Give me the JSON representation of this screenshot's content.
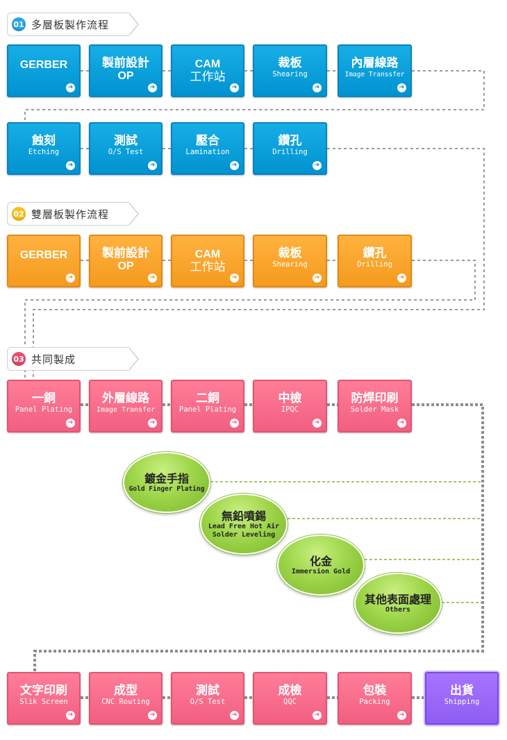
{
  "sections": [
    {
      "num": "01",
      "title": "多層板製作流程",
      "color": "#2aa6df"
    },
    {
      "num": "02",
      "title": "雙層板製作流程",
      "color": "#f6c21c"
    },
    {
      "num": "03",
      "title": "共同製成",
      "color": "#e84b6c"
    }
  ],
  "multi_row1": [
    {
      "zh": "GERBER",
      "en": ""
    },
    {
      "zh": "製前設計",
      "en": "OP"
    },
    {
      "zh": "CAM",
      "en": "工作站"
    },
    {
      "zh": "裁板",
      "en": "Shearing"
    },
    {
      "zh": "內層線路",
      "en": "Image Transsfer"
    }
  ],
  "multi_row2": [
    {
      "zh": "蝕刻",
      "en": "Etching"
    },
    {
      "zh": "測試",
      "en": "O/S Test"
    },
    {
      "zh": "壓合",
      "en": "Lamination"
    },
    {
      "zh": "鑽孔",
      "en": "Drilling"
    }
  ],
  "double_row": [
    {
      "zh": "GERBER",
      "en": ""
    },
    {
      "zh": "製前設計",
      "en": "OP"
    },
    {
      "zh": "CAM",
      "en": "工作站"
    },
    {
      "zh": "裁板",
      "en": "Shearing"
    },
    {
      "zh": "鑽孔",
      "en": "Drilling"
    }
  ],
  "common_row": [
    {
      "zh": "一銅",
      "en": "Panel Plating"
    },
    {
      "zh": "外層線路",
      "en": "Image Transfer"
    },
    {
      "zh": "二銅",
      "en": "Panel Plating"
    },
    {
      "zh": "中檢",
      "en": "IPQC"
    },
    {
      "zh": "防焊印刷",
      "en": "Solder Mask"
    }
  ],
  "finishes": [
    {
      "zh": "鍍金手指",
      "en1": "Gold Finger Plating",
      "en2": ""
    },
    {
      "zh": "無鉛噴錫",
      "en1": "Lead Free Hot Air",
      "en2": "Solder Leveling"
    },
    {
      "zh": "化金",
      "en1": "Immersion Gold",
      "en2": ""
    },
    {
      "zh": "其他表面處理",
      "en1": "Others",
      "en2": ""
    }
  ],
  "final_row": [
    {
      "zh": "文字印刷",
      "en": "Slik Screen"
    },
    {
      "zh": "成型",
      "en": "CNC Routing"
    },
    {
      "zh": "測試",
      "en": "O/S Test"
    },
    {
      "zh": "成檢",
      "en": "QQC"
    },
    {
      "zh": "包裝",
      "en": "Packing"
    },
    {
      "zh": "出貨",
      "en": "Shipping"
    }
  ],
  "arrow_glyph": "➔"
}
